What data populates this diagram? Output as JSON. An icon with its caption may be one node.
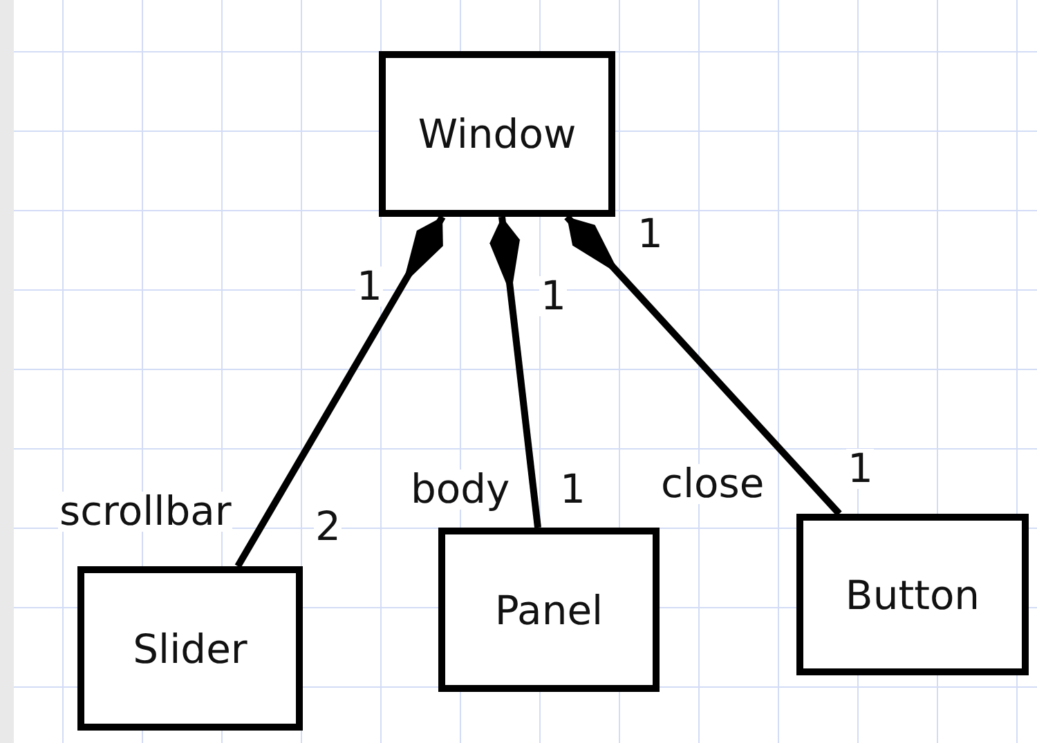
{
  "diagram": {
    "nodes": [
      {
        "text": [
          "Window"
        ]
      },
      {
        "text": [
          "Slider"
        ]
      },
      {
        "text": [
          "Panel"
        ]
      },
      {
        "text": [
          "Button"
        ]
      }
    ],
    "edges": [
      {
        "from": 0,
        "to": 1,
        "arrow": "other",
        "label": "scrollbar"
      },
      {
        "from": 0,
        "to": 2,
        "arrow": "other",
        "label": "body"
      },
      {
        "from": 0,
        "to": 3,
        "arrow": "other",
        "label": "close"
      }
    ],
    "labels": [
      "1",
      "1",
      "1",
      "1",
      "1",
      "2"
    ]
  }
}
